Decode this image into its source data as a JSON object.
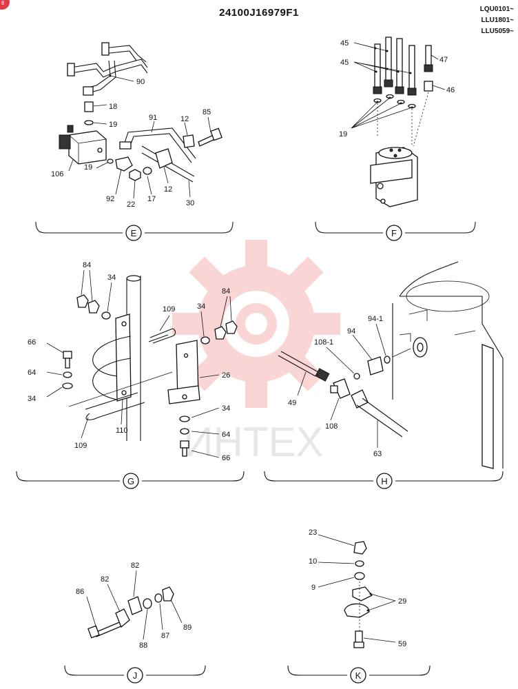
{
  "header": {
    "part_number": "24100J16979F1",
    "serials": [
      "LQU0101~",
      "LLU1801~",
      "LLU5059~"
    ]
  },
  "badge": {
    "label": "8"
  },
  "watermark": {
    "text": "ИНТЕХ",
    "color": "#f08a8a"
  },
  "sections": {
    "E": {
      "label": "E",
      "callouts": [
        "90",
        "18",
        "19",
        "91",
        "12",
        "85",
        "106",
        "19",
        "92",
        "22",
        "17",
        "12",
        "30"
      ]
    },
    "F": {
      "label": "F",
      "callouts": [
        "45",
        "45",
        "47",
        "46",
        "19"
      ]
    },
    "G": {
      "label": "G",
      "callouts": [
        "84",
        "34",
        "109",
        "34",
        "84",
        "66",
        "64",
        "34",
        "26",
        "34",
        "64",
        "66",
        "109",
        "110"
      ]
    },
    "H": {
      "label": "H",
      "callouts": [
        "94-1",
        "94",
        "108-1",
        "49",
        "108",
        "63"
      ]
    },
    "J": {
      "label": "J",
      "callouts": [
        "82",
        "86",
        "82",
        "88",
        "87",
        "89"
      ]
    },
    "K": {
      "label": "K",
      "callouts": [
        "23",
        "10",
        "9",
        "29",
        "59"
      ]
    }
  }
}
